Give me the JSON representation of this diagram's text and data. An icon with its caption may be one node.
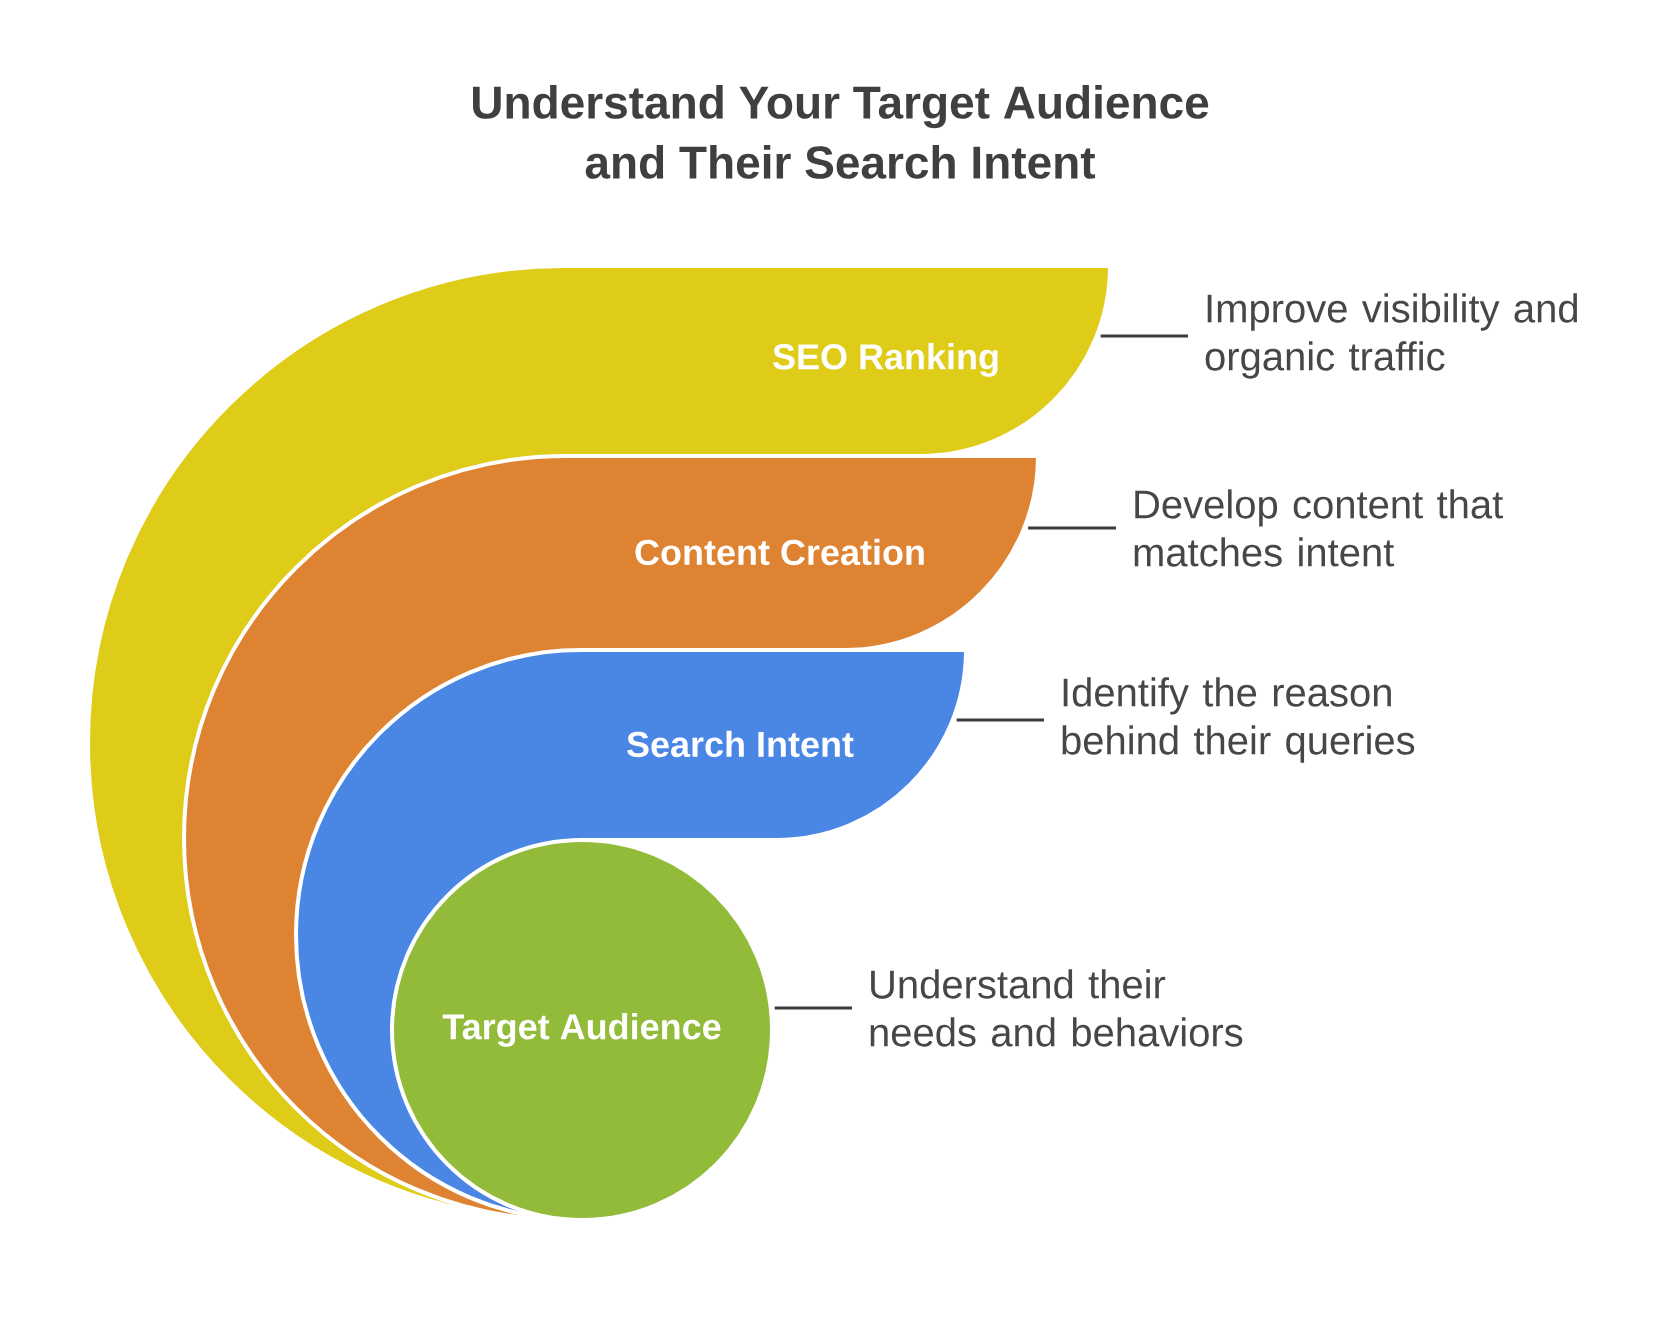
{
  "diagram": {
    "title": "Understand Your Target Audience and Their Search Intent",
    "nodes": [
      {
        "text": [
          "SEO Ranking"
        ]
      },
      {
        "text": [
          "Improve visibility and organic traffic"
        ]
      },
      {
        "text": [
          "Content Creation"
        ],
        "in": 0
      },
      {
        "text": [
          "Develop content that matches intent"
        ]
      },
      {
        "text": [
          "Search Intent"
        ],
        "in": 2
      },
      {
        "text": [
          "Identify the reason behind their queries"
        ]
      },
      {
        "text": [
          "Target Audience"
        ],
        "in": 4
      },
      {
        "text": [
          "Understand their needs and behaviors"
        ]
      }
    ],
    "edges": [
      {
        "from": 1,
        "to": 0,
        "arrow": "none"
      },
      {
        "from": 3,
        "to": 2,
        "arrow": "none"
      },
      {
        "from": 5,
        "to": 4,
        "arrow": "none"
      },
      {
        "from": 7,
        "to": 6,
        "arrow": "none"
      }
    ]
  }
}
